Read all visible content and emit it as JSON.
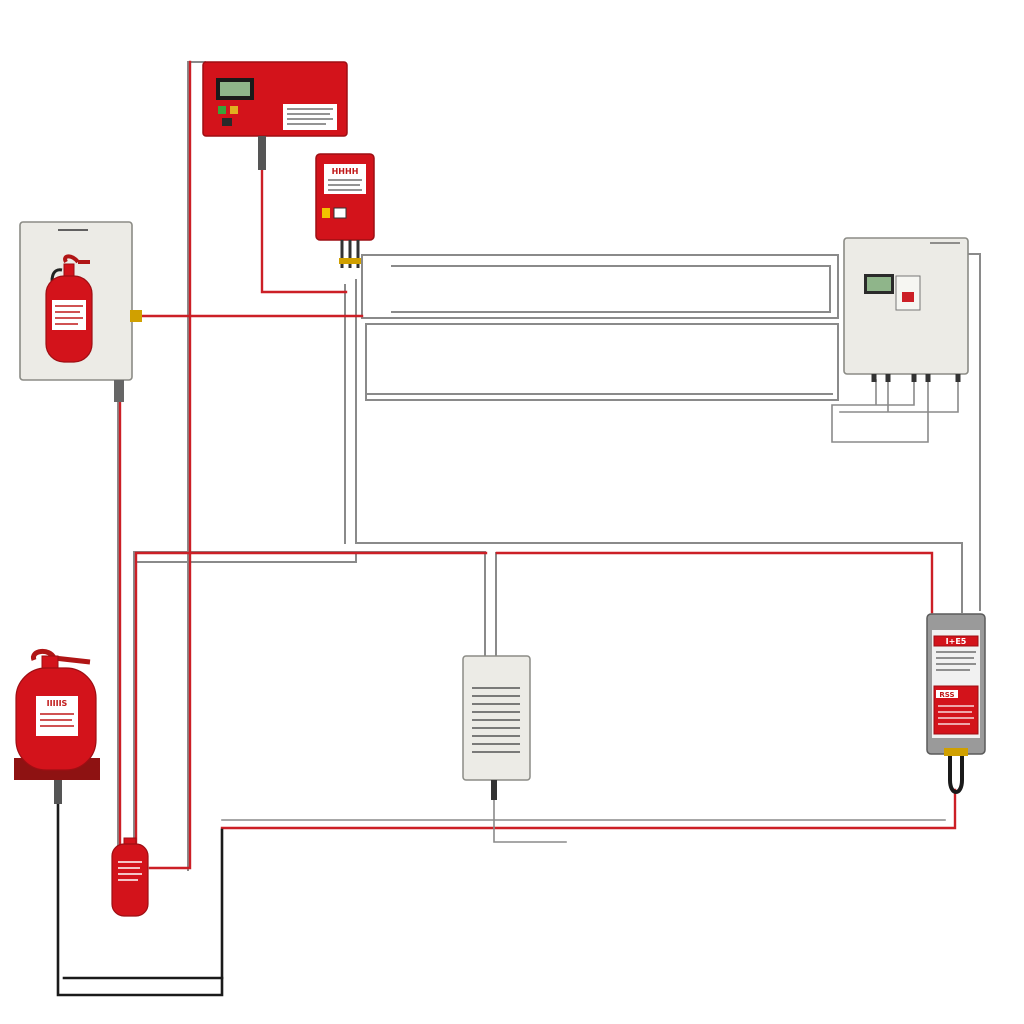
{
  "diagram": {
    "colors": {
      "wire_red": "#cc1f26",
      "wire_gray": "#8a8a8a",
      "wire_black": "#1a1a1a",
      "device_red": "#d3131b",
      "device_red_dark": "#9e0e13",
      "cabinet_fill": "#ecebe6",
      "cabinet_stroke": "#8b8b85",
      "display_green": "#8fb58a",
      "background": "#ffffff"
    },
    "labels": {
      "sensor_badge": "HHHH",
      "detector_badge": "I+E5",
      "pump_badge": "RSS",
      "cylinder_badge": "IIIIIS"
    },
    "components": [
      {
        "name": "fire-control-panel",
        "icon": "control-panel-icon"
      },
      {
        "name": "gas-sensor-module",
        "icon": "sensor-module-icon"
      },
      {
        "name": "extinguisher-cabinet",
        "icon": "fire-extinguisher-icon"
      },
      {
        "name": "distribution-panel",
        "icon": "electrical-panel-icon"
      },
      {
        "name": "agent-cylinder",
        "icon": "gas-cylinder-icon"
      },
      {
        "name": "small-cylinder",
        "icon": "small-cylinder-icon"
      },
      {
        "name": "ventilation-unit",
        "icon": "vent-unit-icon"
      },
      {
        "name": "detector-unit",
        "icon": "detector-icon"
      }
    ]
  }
}
